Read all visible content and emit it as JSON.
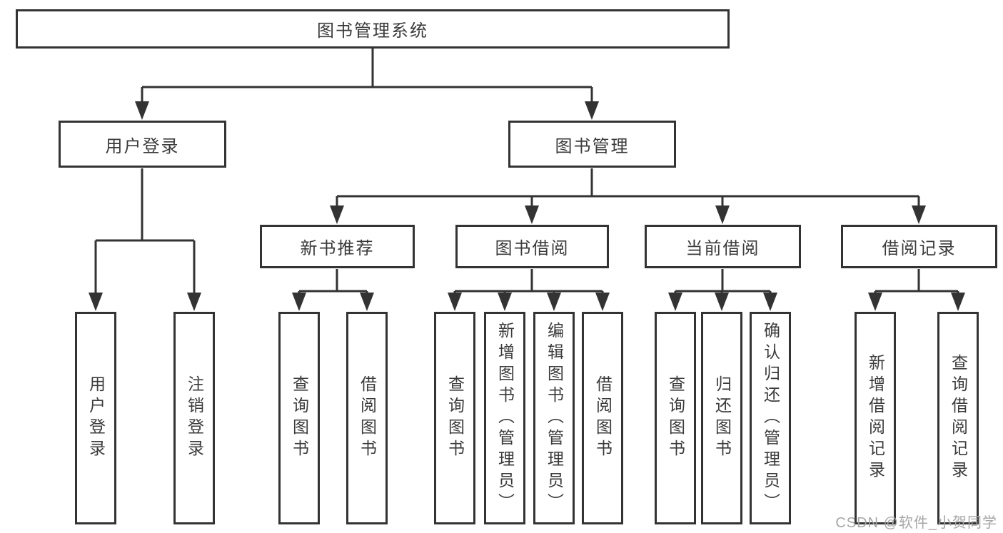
{
  "tree": {
    "label": "图书管理系统",
    "children": [
      {
        "label": "用户登录",
        "children": [
          {
            "label": "用户登录"
          },
          {
            "label": "注销登录"
          }
        ]
      },
      {
        "label": "图书管理",
        "children": [
          {
            "label": "新书推荐",
            "children": [
              {
                "label": "查询图书"
              },
              {
                "label": "借阅图书"
              }
            ]
          },
          {
            "label": "图书借阅",
            "children": [
              {
                "label": "查询图书"
              },
              {
                "label": "新增图书（管理员）"
              },
              {
                "label": "编辑图书（管理员）"
              },
              {
                "label": "借阅图书"
              }
            ]
          },
          {
            "label": "当前借阅",
            "children": [
              {
                "label": "查询图书"
              },
              {
                "label": "归还图书"
              },
              {
                "label": "确认归还（管理员）"
              }
            ]
          },
          {
            "label": "借阅记录",
            "children": [
              {
                "label": "新增借阅记录"
              },
              {
                "label": "查询借阅记录"
              }
            ]
          }
        ]
      }
    ]
  },
  "watermark": "CSDN @软件_小贺同学",
  "colors": {
    "line": "#333333",
    "text": "#3b3b3b",
    "watermark": "#a6a6a6",
    "background": "#ffffff"
  }
}
